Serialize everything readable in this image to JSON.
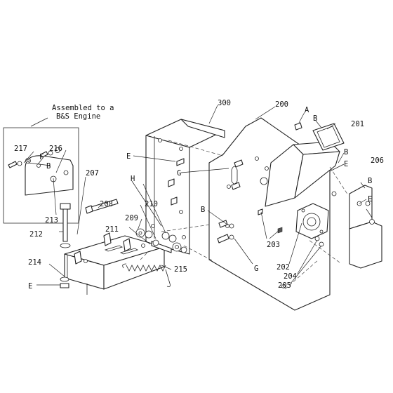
{
  "note": {
    "line1": "Assembled to a",
    "line2": "B&S Engine"
  },
  "labels": {
    "l300": "300",
    "l200": "200",
    "lA": "A",
    "lB_top": "B",
    "l201": "201",
    "lE_left": "E",
    "lG_left": "G",
    "lB_right1": "B",
    "lE_right1": "E",
    "l206": "206",
    "lB_right2": "B",
    "lE_right2": "E",
    "l217": "217",
    "lF": "F",
    "lB_small": "B",
    "l216": "216",
    "l207": "207",
    "lH": "H",
    "l208": "208",
    "l210": "210",
    "l209": "209",
    "l211": "211",
    "l213": "213",
    "l212": "212",
    "lB_mid": "B",
    "l214": "214",
    "lE_bottom": "E",
    "l215": "215",
    "lG_bottom": "G",
    "l203": "203",
    "l202": "202",
    "l204": "204",
    "l205": "205"
  }
}
